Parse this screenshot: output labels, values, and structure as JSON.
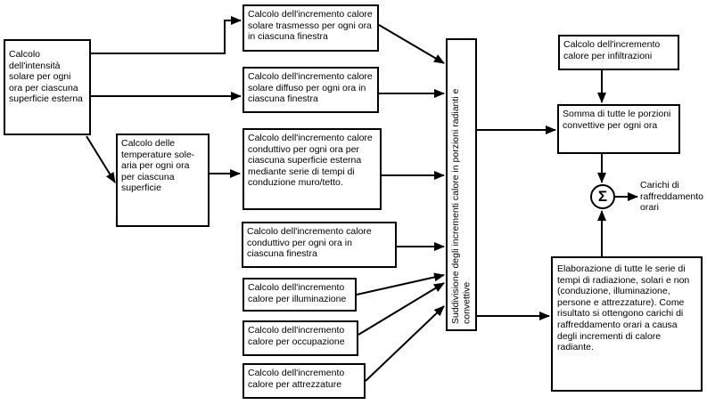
{
  "diagram": {
    "nodes": {
      "intensita": "Calcolo dell'intensità solare per ogni ora per ciascuna superficie esterna",
      "temperature": "Calcolo delle temperature sole-aria per ogni ora per ciascuna superficie",
      "solare_trasmesso": "Calcolo dell'incremento calore solare trasmesso per ogni ora in ciascuna finestra",
      "solare_diffuso": "Calcolo dell'incremento calore solare diffuso per ogni ora in ciascuna finestra",
      "conduttivo_superficie": "Calcolo dell'incremento calore conduttivo per ogni ora per ciascuna superficie esterna mediante serie di tempi di conduzione muro/tetto.",
      "conduttivo_finestra": "Calcolo dell'incremento calore conduttivo per ogni ora in ciascuna finestra",
      "illuminazione": "Calcolo dell'incremento calore per illuminazione",
      "occupazione": "Calcolo dell'incremento calore per occupazione",
      "attrezzature": "Calcolo dell'incremento calore per attrezzature",
      "suddivisione": "Suddivisione degli incrementi calore in porzioni radianti e convettive",
      "infiltrazioni": "Calcolo dell'incremento calore per infiltrazioni",
      "somma": "Somma di tutte le porzioni convettive per ogni ora",
      "elaborazione": "Elaborazione di tutte le serie di tempi di radiazione, solari e non (conduzione, illuminazione, persone e attrezzature). Come risultato si ottengono carichi di raffreddamento orari a causa degli incrementi di calore radiante.",
      "sigma": "Σ",
      "output": "Carichi di raffreddamento orari"
    },
    "edges": [
      {
        "from": "intensita",
        "to": "solare_trasmesso"
      },
      {
        "from": "intensita",
        "to": "solare_diffuso"
      },
      {
        "from": "intensita",
        "to": "temperature"
      },
      {
        "from": "temperature",
        "to": "conduttivo_superficie"
      },
      {
        "from": "solare_trasmesso",
        "to": "suddivisione"
      },
      {
        "from": "solare_diffuso",
        "to": "suddivisione"
      },
      {
        "from": "conduttivo_superficie",
        "to": "suddivisione"
      },
      {
        "from": "conduttivo_finestra",
        "to": "suddivisione"
      },
      {
        "from": "illuminazione",
        "to": "suddivisione"
      },
      {
        "from": "occupazione",
        "to": "suddivisione"
      },
      {
        "from": "attrezzature",
        "to": "suddivisione"
      },
      {
        "from": "suddivisione",
        "to": "somma"
      },
      {
        "from": "suddivisione",
        "to": "elaborazione"
      },
      {
        "from": "infiltrazioni",
        "to": "somma"
      },
      {
        "from": "somma",
        "to": "sigma"
      },
      {
        "from": "elaborazione",
        "to": "sigma"
      },
      {
        "from": "sigma",
        "to": "output"
      }
    ],
    "colors": {
      "line": "#000000",
      "box_background": "#ffffff",
      "text": "#000000",
      "page_background": "#ffffff"
    }
  }
}
